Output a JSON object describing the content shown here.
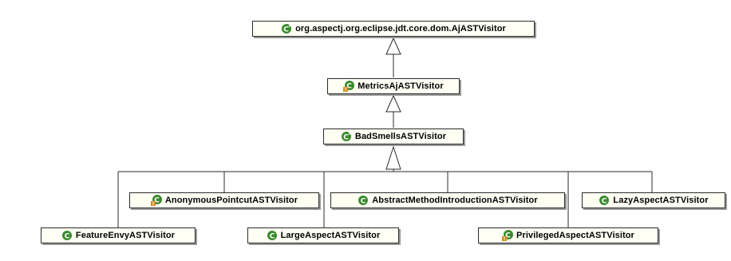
{
  "diagram": {
    "classes": {
      "root": {
        "name": "org.aspectj.org.eclipse.jdt.core.dom.AjASTVisitor",
        "icon": "class-icon-a"
      },
      "metrics": {
        "name": "MetricsAjASTVisitor",
        "icon": "class-icon-a-warning"
      },
      "badsmells": {
        "name": "BadSmellsASTVisitor",
        "icon": "class-icon-a"
      },
      "anonymous": {
        "name": "AnonymousPointcutASTVisitor",
        "icon": "class-icon-warning"
      },
      "abstract_method": {
        "name": "AbstractMethodIntroductionASTVisitor",
        "icon": "class-icon"
      },
      "lazy": {
        "name": "LazyAspectASTVisitor",
        "icon": "class-icon"
      },
      "feature_envy": {
        "name": "FeatureEnvyASTVisitor",
        "icon": "class-icon"
      },
      "large_aspect": {
        "name": "LargeAspectASTVisitor",
        "icon": "class-icon"
      },
      "privileged": {
        "name": "PrivilegedAspectASTVisitor",
        "icon": "class-icon-warning"
      }
    },
    "relations": [
      {
        "from": "metrics",
        "to": "root",
        "kind": "inheritance"
      },
      {
        "from": "badsmells",
        "to": "metrics",
        "kind": "inheritance"
      },
      {
        "from": "feature_envy",
        "to": "badsmells",
        "kind": "inheritance"
      },
      {
        "from": "anonymous",
        "to": "badsmells",
        "kind": "inheritance"
      },
      {
        "from": "large_aspect",
        "to": "badsmells",
        "kind": "inheritance"
      },
      {
        "from": "abstract_method",
        "to": "badsmells",
        "kind": "inheritance"
      },
      {
        "from": "privileged",
        "to": "badsmells",
        "kind": "inheritance"
      },
      {
        "from": "lazy",
        "to": "badsmells",
        "kind": "inheritance"
      }
    ],
    "colors": {
      "class_icon": "#3a8a2e",
      "warning_badge": "#d98a1a",
      "node_fill": "#fffff4",
      "line": "#2b2b2b"
    }
  }
}
